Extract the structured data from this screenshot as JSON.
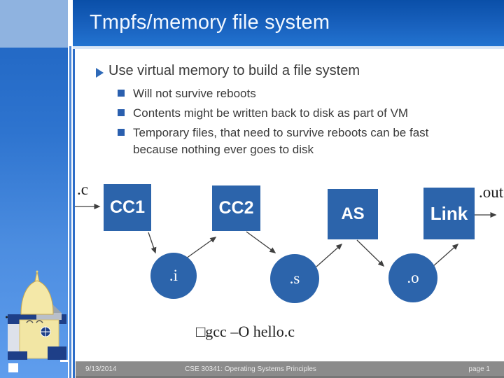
{
  "title": "Tmpfs/memory file system",
  "bullets": {
    "main": "Use virtual memory to build a file system",
    "subs": [
      "Will not survive reboots",
      "Contents might be written back to disk as part of VM",
      "Temporary files, that need to survive reboots can be fast because nothing ever goes to disk"
    ]
  },
  "diagram": {
    "input_label": ".c",
    "output_label": ".out",
    "boxes": [
      "CC1",
      "CC2",
      "AS",
      "Link"
    ],
    "circles": [
      ".i",
      ".s",
      ".o"
    ],
    "caption": "□gcc –O hello.c"
  },
  "footer": {
    "date": "9/13/2014",
    "course": "CSE 30341: Operating Systems Principles",
    "page": "page 1"
  },
  "colors": {
    "title_bar_top": "#0a4fa8",
    "title_bar_bottom": "#2273d0",
    "node_blue": "#2c64ab",
    "sidebar_top_square": "#8fb3e0",
    "sidebar_gradient_top": "#1d63c0",
    "sidebar_gradient_bottom": "#5f9ded",
    "bullet_blue": "#2a5fae",
    "footer_bar_gray": "#8b8b8b",
    "arrow_gray": "#3f3f3f"
  }
}
